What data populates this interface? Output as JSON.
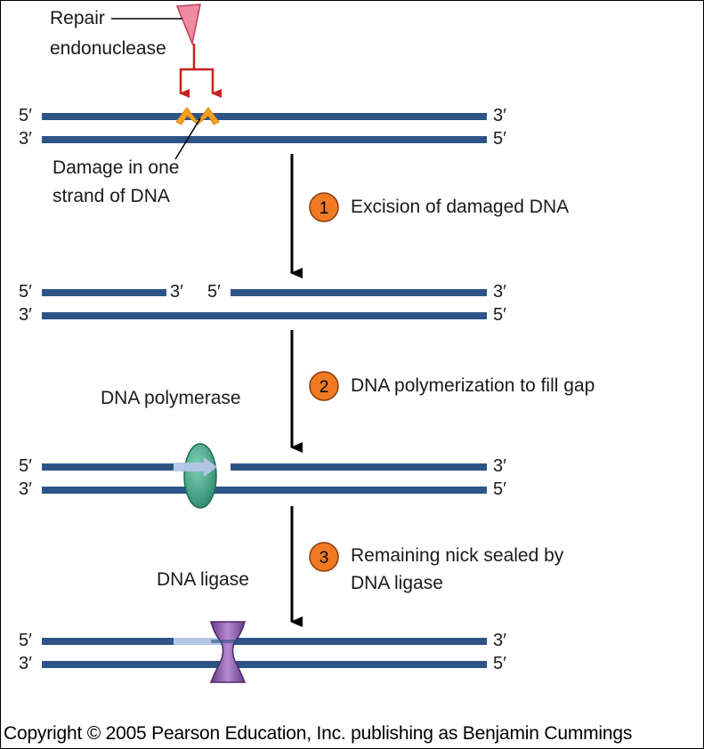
{
  "enzyme_label": [
    "Repair",
    "endonuclease"
  ],
  "damage_label": [
    "Damage in one",
    "strand of DNA"
  ],
  "ends": {
    "five_prime": "5′",
    "three_prime": "3′"
  },
  "steps": [
    {
      "number": "1",
      "text": [
        "Excision of damaged DNA"
      ]
    },
    {
      "number": "2",
      "text": [
        "DNA polymerization to fill gap"
      ]
    },
    {
      "number": "3",
      "text": [
        "Remaining nick sealed by",
        "DNA ligase"
      ]
    }
  ],
  "polymerase_label": "DNA polymerase",
  "ligase_label": "DNA ligase",
  "copyright": "Copyright © 2005 Pearson Education, Inc. publishing as Benjamin Cummings",
  "colors": {
    "dna_strand": "#2d5486",
    "new_strand": "#b4c6e6",
    "damage": "#f4a023",
    "endonuclease": "#f08aa0",
    "cut_arrow": "#cc1e1e",
    "step_circle": "#f07a24",
    "polymerase": "#4aa58a",
    "ligase": "#9060b0"
  }
}
